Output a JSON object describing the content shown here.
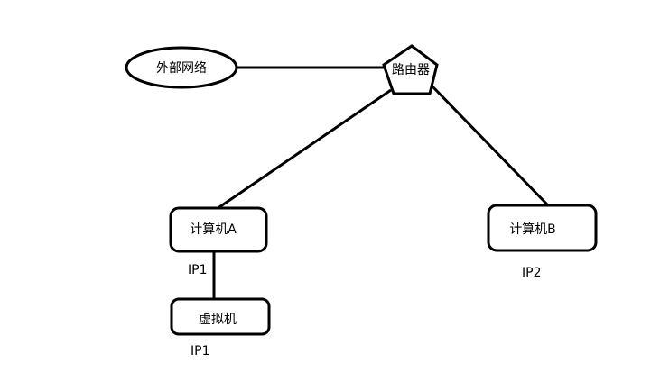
{
  "nodes": {
    "external_network": "外部网络",
    "router": "路由器",
    "computer_a": "计算机A",
    "computer_b": "计算机B",
    "virtual_machine": "虚拟机"
  },
  "ip_labels": {
    "computer_a": "IP1",
    "computer_b": "IP2",
    "virtual_machine": "IP1"
  },
  "colors": {
    "stroke": "#000000",
    "background": "#ffffff"
  }
}
